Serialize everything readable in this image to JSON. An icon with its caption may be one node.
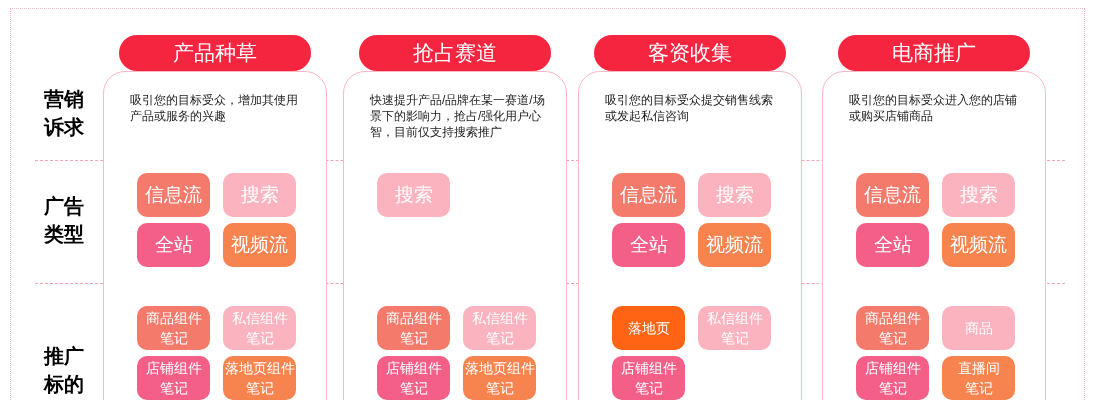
{
  "diagram": {
    "nodes": [
      {
        "text": [
          "产品种草"
        ]
      },
      {
        "text": [
          "吸引您的目标受众，增加其使用产品或服务的兴趣"
        ]
      },
      {
        "text": [
          "信息流"
        ],
        "in": 1
      },
      {
        "text": [
          "搜索"
        ],
        "in": 1
      },
      {
        "text": [
          "全站"
        ],
        "in": 1
      },
      {
        "text": [
          "视频流"
        ],
        "in": 1
      },
      {
        "text": [
          "商品组件笔记"
        ],
        "in": 1
      },
      {
        "text": [
          "私信组件笔记"
        ],
        "in": 1
      },
      {
        "text": [
          "店铺组件笔记"
        ],
        "in": 1
      },
      {
        "text": [
          "落地页组件笔记"
        ],
        "in": 1
      },
      {
        "text": [
          "抢占赛道"
        ]
      },
      {
        "text": [
          "快速提升产品/品牌在某一赛道/场景下的影响力，抢占/强化用户心智，目前仅支持搜索推广"
        ]
      },
      {
        "text": [
          "搜索"
        ],
        "in": 11
      },
      {
        "text": [
          "商品组件笔记"
        ],
        "in": 11
      },
      {
        "text": [
          "私信组件笔记"
        ],
        "in": 11
      },
      {
        "text": [
          "店铺组件笔记"
        ],
        "in": 11
      },
      {
        "text": [
          "落地页组件笔记"
        ],
        "in": 11
      },
      {
        "text": [
          "客资收集"
        ]
      },
      {
        "text": [
          "吸引您的目标受众提交销售线索或发起私信咨询"
        ]
      },
      {
        "text": [
          "信息流"
        ],
        "in": 18
      },
      {
        "text": [
          "搜索"
        ],
        "in": 18
      },
      {
        "text": [
          "全站"
        ],
        "in": 18
      },
      {
        "text": [
          "视频流"
        ],
        "in": 18
      },
      {
        "text": [
          "落地页"
        ],
        "in": 18
      },
      {
        "text": [
          "私信组件笔记"
        ],
        "in": 18
      },
      {
        "text": [
          "店铺组件笔记"
        ],
        "in": 18
      },
      {
        "text": [
          "电商推广"
        ]
      },
      {
        "text": [
          "吸引您的目标受众进入您的店铺或购买店铺商品"
        ]
      },
      {
        "text": [
          "信息流"
        ],
        "in": 27
      },
      {
        "text": [
          "搜索"
        ],
        "in": 27
      },
      {
        "text": [
          "全站"
        ],
        "in": 27
      },
      {
        "text": [
          "视频流"
        ],
        "in": 27
      },
      {
        "text": [
          "商品组件笔记"
        ],
        "in": 27
      },
      {
        "text": [
          "商品"
        ],
        "in": 27
      },
      {
        "text": [
          "店铺组件笔记"
        ],
        "in": 27
      },
      {
        "text": [
          "直播间笔记"
        ],
        "in": 27
      }
    ],
    "labels": [
      "营销诉求",
      "广告类型",
      "推广标的"
    ]
  }
}
